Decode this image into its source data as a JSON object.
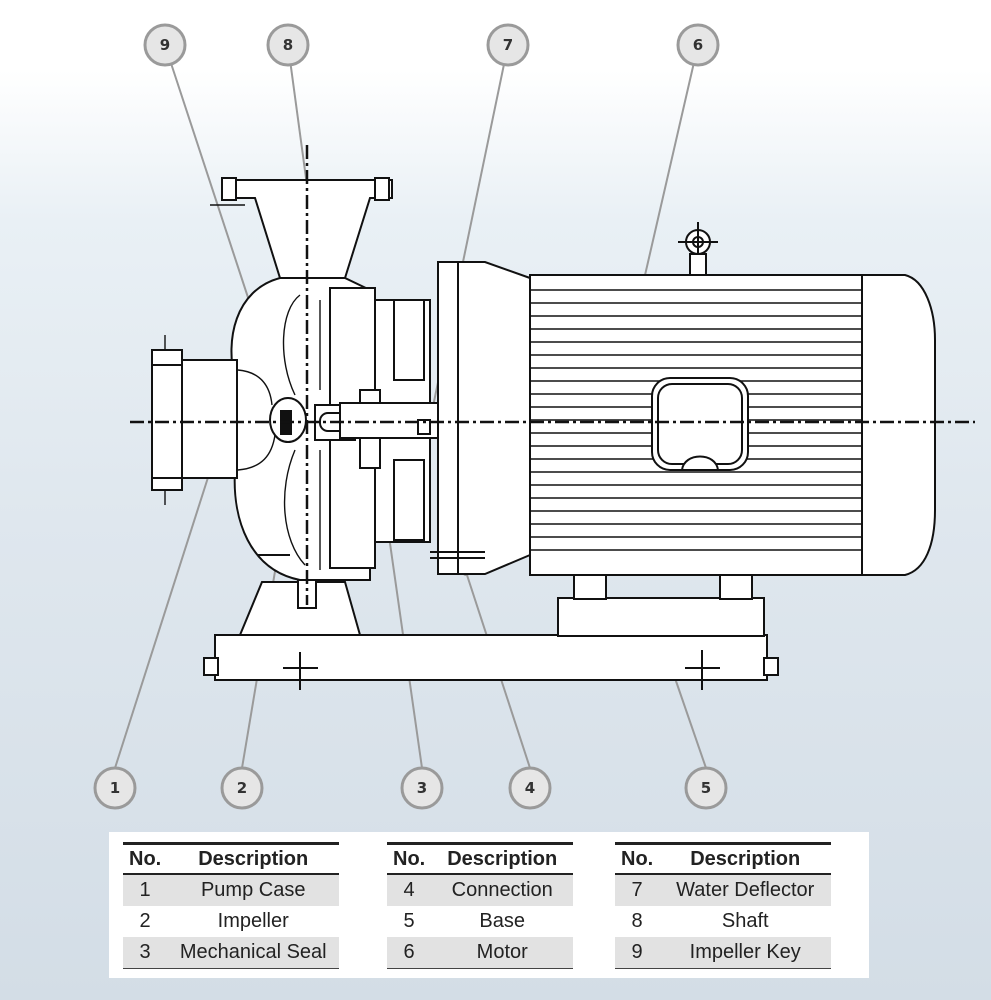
{
  "callouts": [
    "1",
    "2",
    "3",
    "4",
    "5",
    "6",
    "7",
    "8",
    "9"
  ],
  "legend": {
    "header_no": "No.",
    "header_desc": "Description",
    "tables": [
      [
        {
          "no": "1",
          "desc": "Pump Case"
        },
        {
          "no": "2",
          "desc": "Impeller"
        },
        {
          "no": "3",
          "desc": "Mechanical Seal"
        }
      ],
      [
        {
          "no": "4",
          "desc": "Connection"
        },
        {
          "no": "5",
          "desc": "Base"
        },
        {
          "no": "6",
          "desc": "Motor"
        }
      ],
      [
        {
          "no": "7",
          "desc": "Water Deflector"
        },
        {
          "no": "8",
          "desc": "Shaft"
        },
        {
          "no": "9",
          "desc": "Impeller Key"
        }
      ]
    ]
  }
}
